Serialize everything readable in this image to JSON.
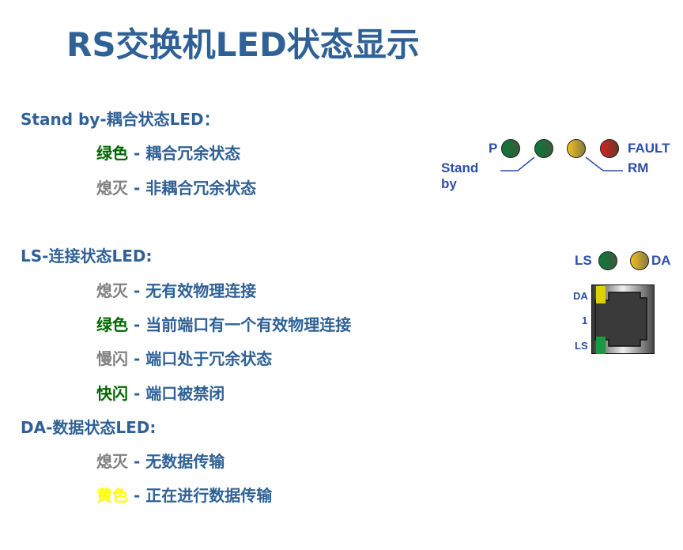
{
  "title": "RS交换机LED状态显示",
  "standby": {
    "heading": "Stand by-耦合状态LED：",
    "items": [
      {
        "state": "绿色",
        "desc": " - 耦合冗余状态"
      },
      {
        "state": "熄灭",
        "desc": " - 非耦合冗余状态"
      }
    ]
  },
  "ls": {
    "heading": "LS-连接状态LED:",
    "items": [
      {
        "state": "熄灭",
        "desc": " - 无有效物理连接"
      },
      {
        "state": "绿色",
        "desc": " - 当前端口有一个有效物理连接"
      },
      {
        "state": "慢闪",
        "desc": " - 端口处于冗余状态"
      },
      {
        "state": "快闪",
        "desc": " - 端口被禁闭"
      }
    ]
  },
  "da": {
    "heading": "DA-数据状态LED:",
    "items": [
      {
        "state": "熄灭",
        "desc": " - 无数据传输"
      },
      {
        "state": "黄色",
        "desc": " - 正在进行数据传输"
      }
    ]
  },
  "figure1": {
    "p": "P",
    "standby": "Stand by",
    "fault": "FAULT",
    "rm": "RM"
  },
  "figure2": {
    "ls": "LS",
    "da": "DA",
    "port_da": "DA",
    "port_num": "1",
    "port_ls": "LS"
  },
  "colors": {
    "text": "#2f6196",
    "green": "#006600",
    "gray": "#808080",
    "yellow": "#ffff00"
  }
}
